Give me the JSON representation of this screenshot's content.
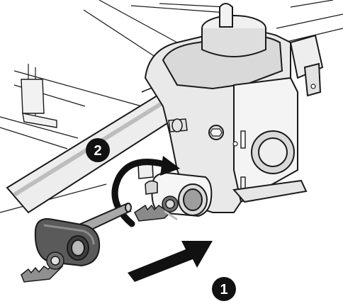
{
  "diagram": {
    "steps": [
      {
        "number": "1",
        "action": "insert-lock-pin"
      },
      {
        "number": "2",
        "action": "rotate-lock"
      }
    ],
    "colors": {
      "line": "#1a1a1a",
      "metal_light": "#e6e6e6",
      "metal_mid": "#bdbdbd",
      "metal_dark": "#7a7a7a",
      "lock_body": "#5a5a5a",
      "callout": "#111111"
    }
  }
}
